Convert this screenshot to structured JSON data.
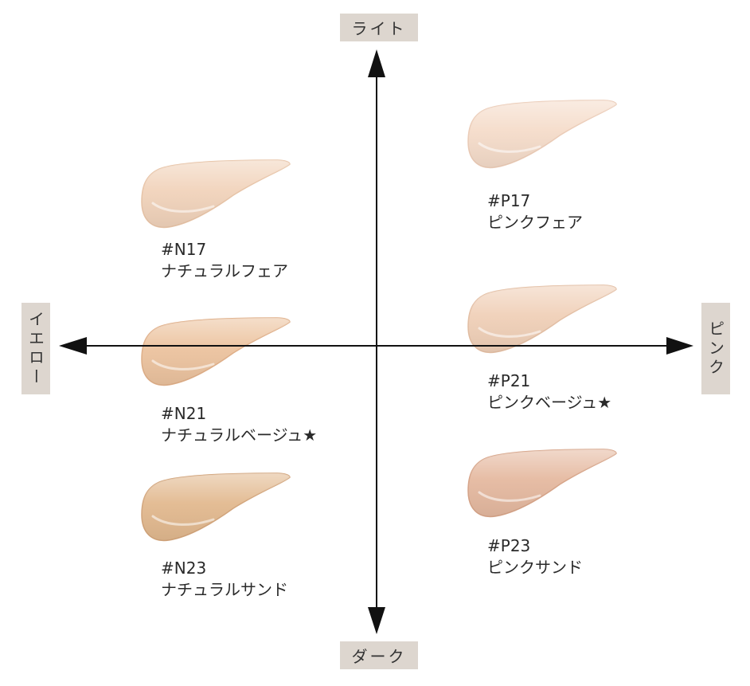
{
  "axes": {
    "top": "ライト",
    "bottom": "ダーク",
    "left": "イエロー",
    "right": "ピンク"
  },
  "shades": [
    {
      "code": "#N17",
      "name": "ナチュラルフェア",
      "color": "#f1d3bb",
      "edge": "#e7c3a6"
    },
    {
      "code": "#N21",
      "name": "ナチュラルベージュ★",
      "color": "#ecc39f",
      "edge": "#dfae87"
    },
    {
      "code": "#N23",
      "name": "ナチュラルサンド",
      "color": "#e2b98f",
      "edge": "#d2a47a"
    },
    {
      "code": "#P17",
      "name": "ピンクフェア",
      "color": "#f5dcca",
      "edge": "#ebcbb6"
    },
    {
      "code": "#P21",
      "name": "ピンクベージュ★",
      "color": "#f0d0b8",
      "edge": "#e3bea3"
    },
    {
      "code": "#P23",
      "name": "ピンクサンド",
      "color": "#e5b9a0",
      "edge": "#d6a387"
    }
  ]
}
